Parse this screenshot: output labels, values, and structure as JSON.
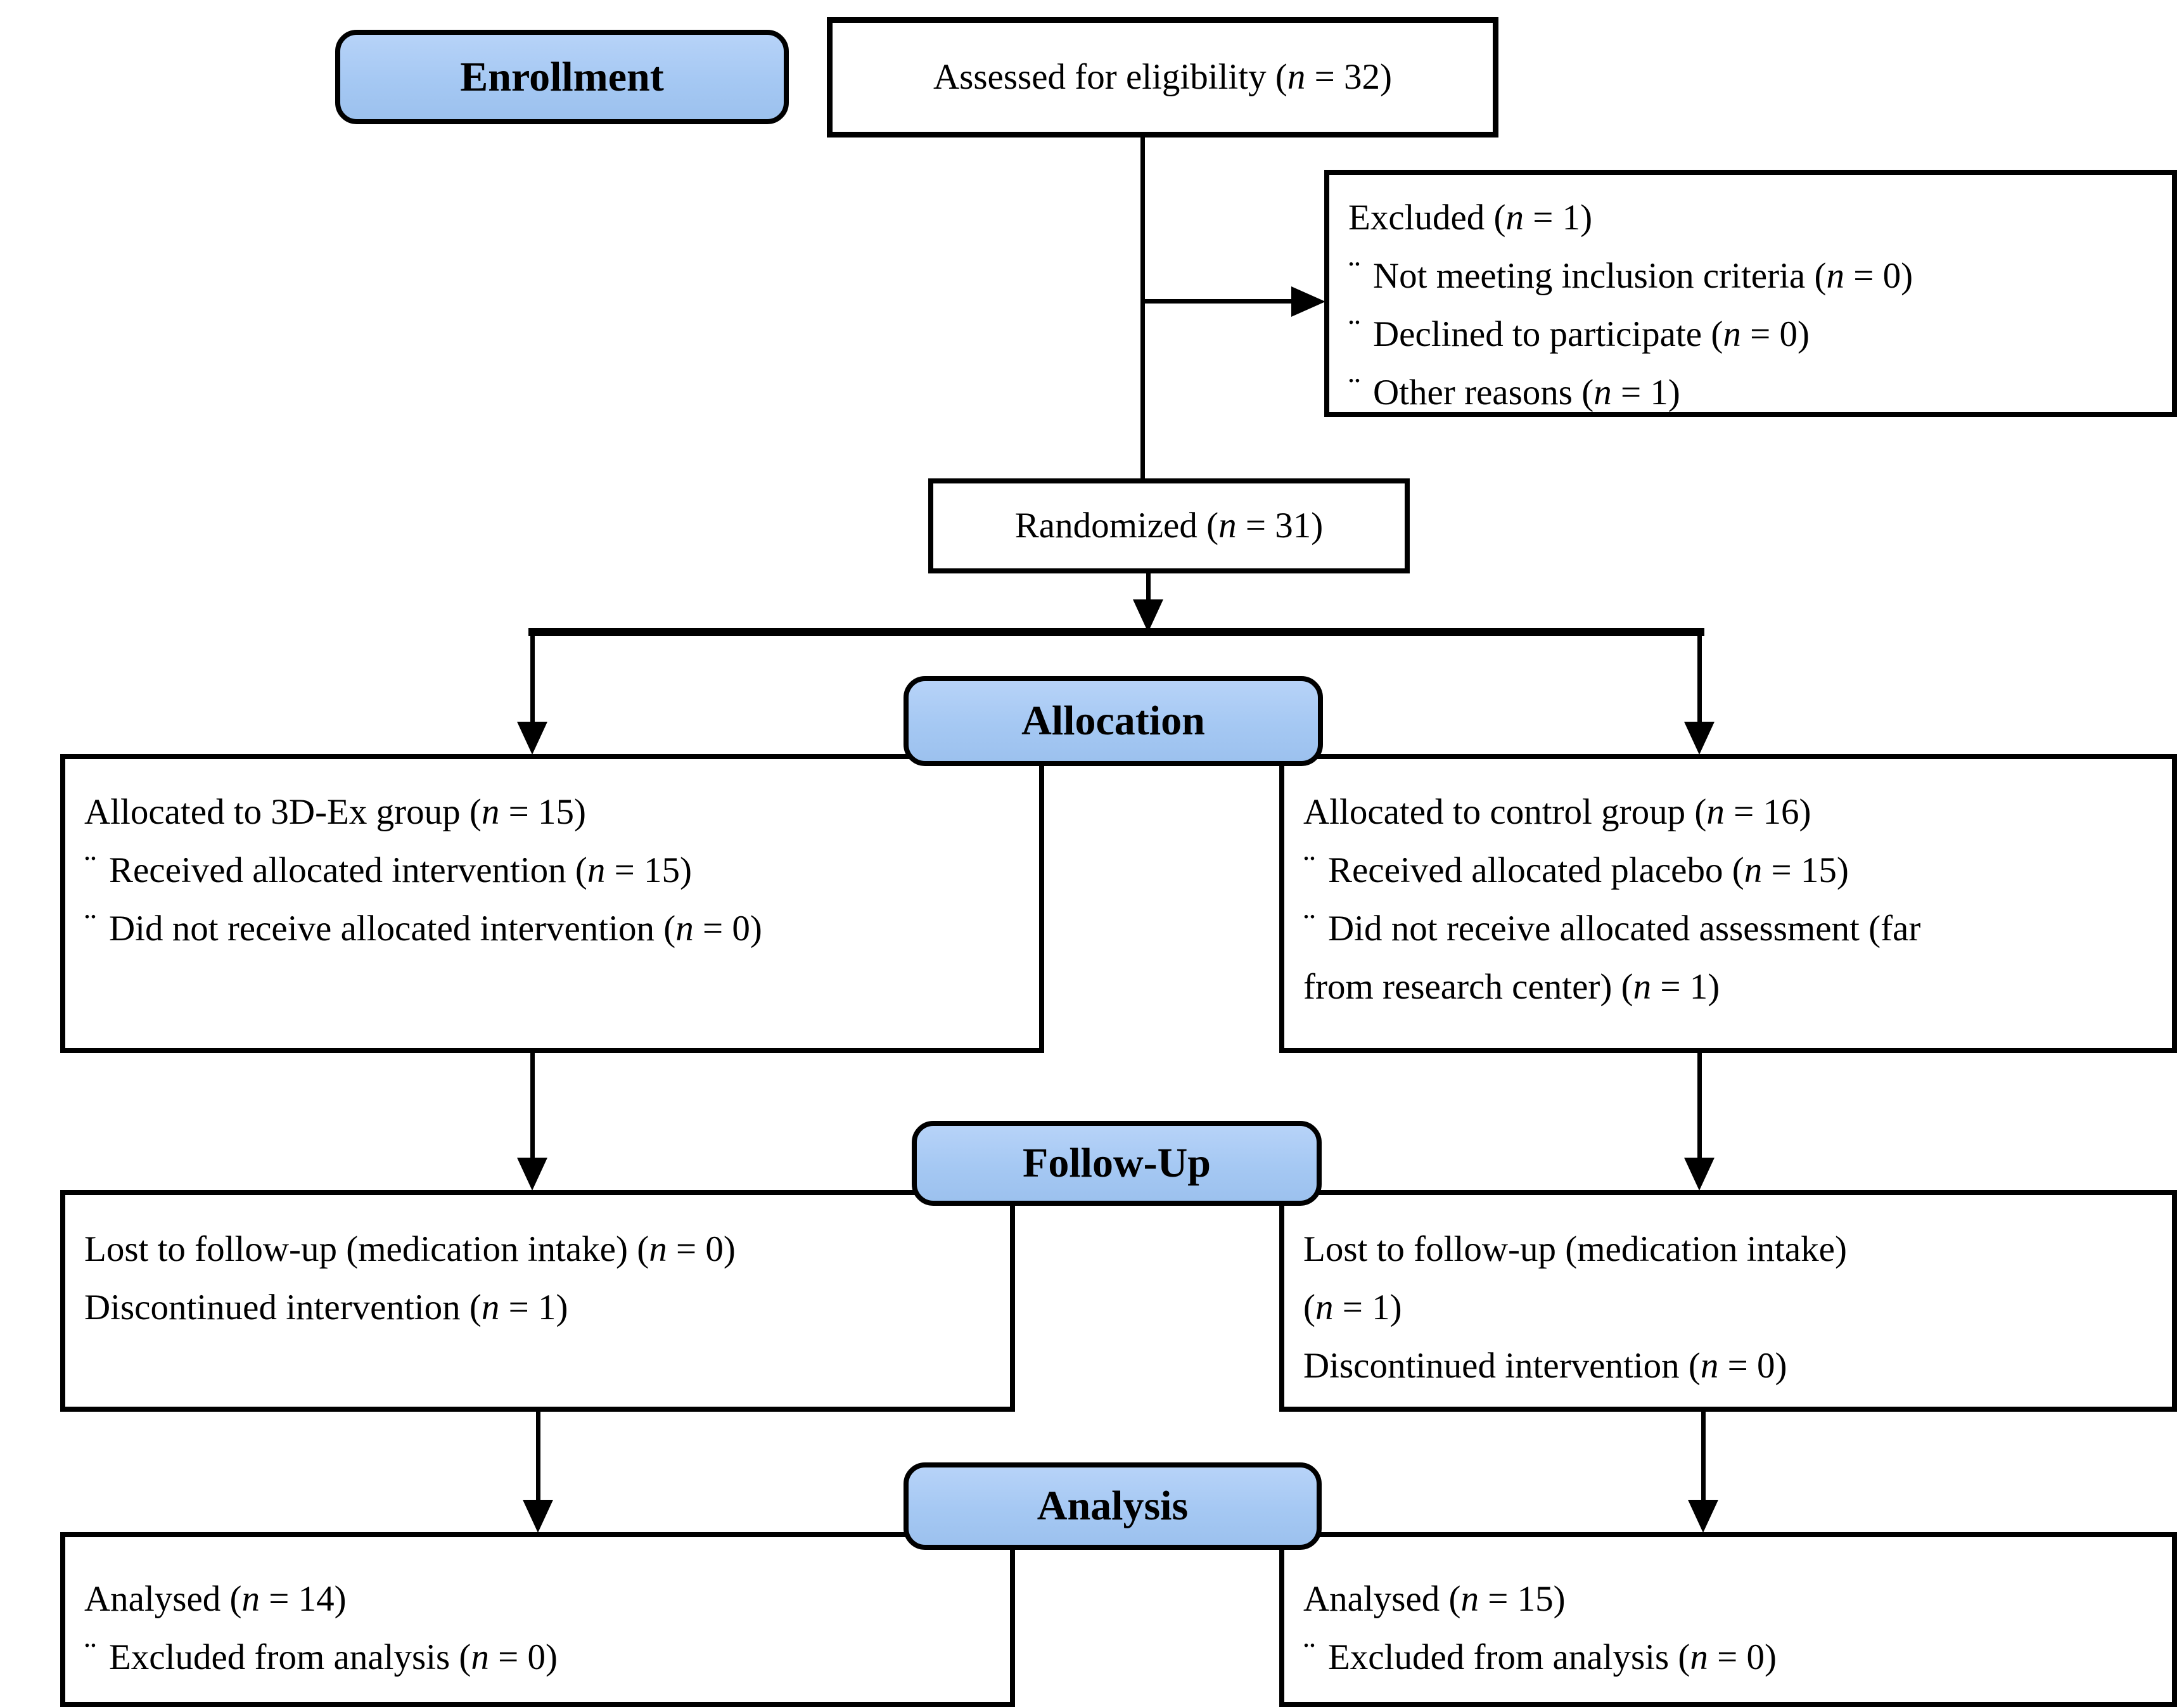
{
  "glyphs": {
    "bullet": "¨"
  },
  "colors": {
    "pill_fill": "#a5c8f3",
    "border": "#000000",
    "text": "#000000",
    "background": "#ffffff"
  },
  "stages": {
    "enrollment": "Enrollment",
    "allocation": "Allocation",
    "followup": "Follow-Up",
    "analysis": "Analysis"
  },
  "boxes": {
    "assessed": {
      "text": "Assessed for eligibility (n = 32)"
    },
    "excluded": {
      "lines": [
        {
          "bullet": false,
          "text": "Excluded (n = 1)"
        },
        {
          "bullet": true,
          "text": "Not meeting inclusion criteria (n = 0)"
        },
        {
          "bullet": true,
          "text": "Declined to participate (n = 0)"
        },
        {
          "bullet": true,
          "text": "Other reasons (n = 1)"
        }
      ]
    },
    "randomized": {
      "text": "Randomized (n = 31)"
    },
    "alloc_left": {
      "lines": [
        {
          "bullet": false,
          "text": "Allocated to 3D-Ex group (n = 15)"
        },
        {
          "bullet": true,
          "text": "Received allocated intervention (n = 15)"
        },
        {
          "bullet": true,
          "text": "Did not receive allocated intervention (n = 0)"
        }
      ]
    },
    "alloc_right": {
      "lines": [
        {
          "bullet": false,
          "text": "Allocated to control group (n = 16)"
        },
        {
          "bullet": true,
          "text": "Received allocated placebo (n = 15)"
        },
        {
          "bullet": true,
          "text": "Did not receive allocated assessment (far"
        },
        {
          "bullet": false,
          "text": "from research center) (n = 1)"
        }
      ]
    },
    "fu_left": {
      "lines": [
        {
          "bullet": false,
          "text": "Lost to follow-up (medication intake) (n = 0)"
        },
        {
          "bullet": false,
          "text": "Discontinued intervention (n = 1)"
        }
      ]
    },
    "fu_right": {
      "lines": [
        {
          "bullet": false,
          "text": "Lost to follow-up (medication intake)"
        },
        {
          "bullet": false,
          "text": "(n = 1)"
        },
        {
          "bullet": false,
          "text": "Discontinued intervention (n = 0)"
        }
      ]
    },
    "an_left": {
      "lines": [
        {
          "bullet": false,
          "text": "Analysed (n = 14)"
        },
        {
          "bullet": true,
          "text": "Excluded from analysis (n = 0)"
        }
      ]
    },
    "an_right": {
      "lines": [
        {
          "bullet": false,
          "text": "Analysed (n = 15)"
        },
        {
          "bullet": true,
          "text": "Excluded from analysis (n = 0)"
        }
      ]
    }
  }
}
